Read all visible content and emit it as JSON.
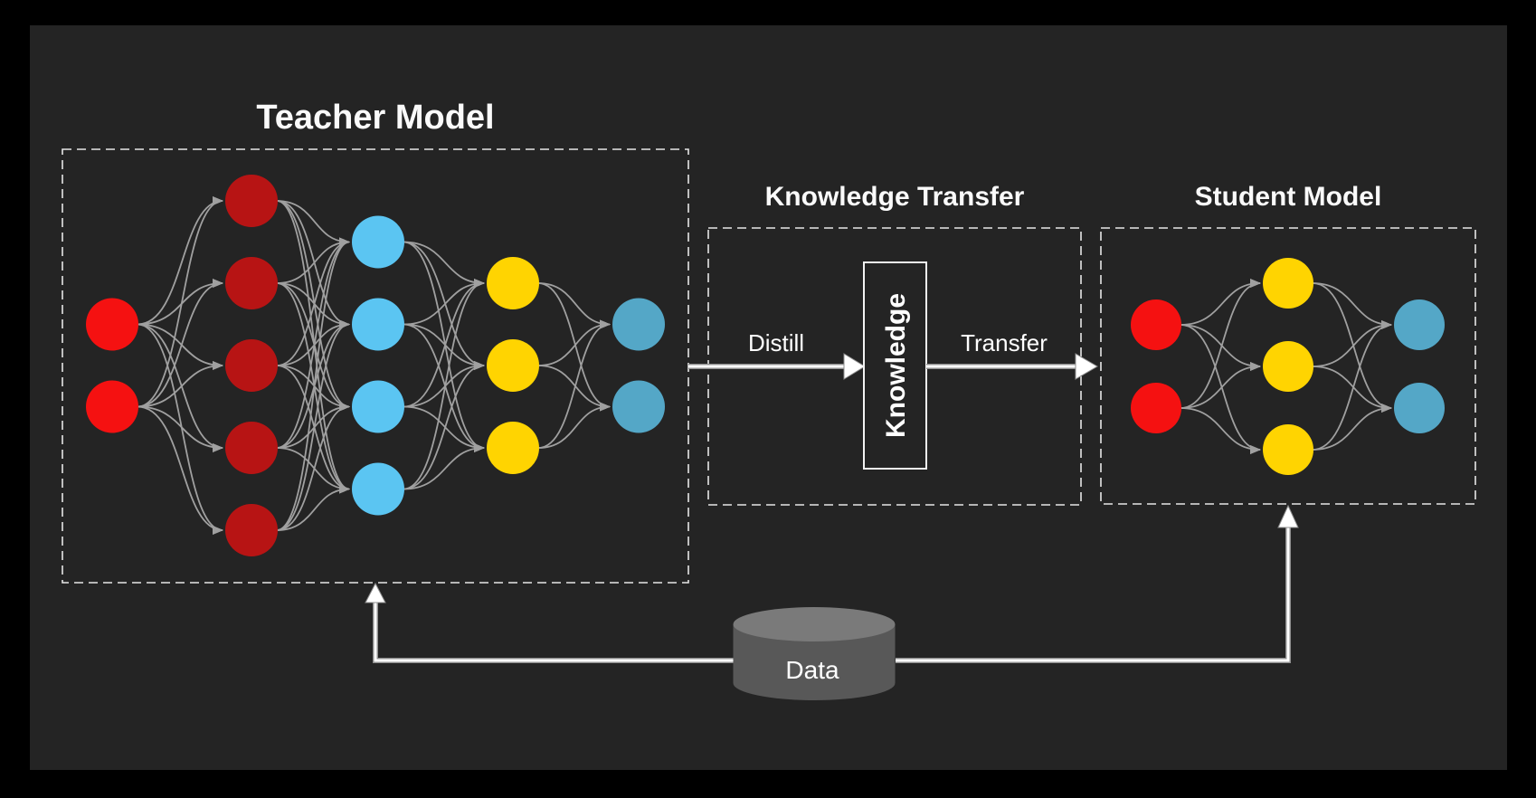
{
  "colors": {
    "background": "#000000",
    "panel": "#242424",
    "dashed_border": "#e6e6e6",
    "arrow_white": "#ffffff",
    "edge_gray": "#a0a0a0",
    "cylinder_body": "#585858",
    "cylinder_top": "#7a7a7a"
  },
  "palette": {
    "input_red": "#f51111",
    "hidden_red": "#b71414",
    "light_blue": "#5bc5f2",
    "yellow": "#ffd401",
    "output_blue": "#54a7c7"
  },
  "teacher": {
    "title": "Teacher Model",
    "layers": [
      {
        "count": 2,
        "color": "input_red"
      },
      {
        "count": 5,
        "color": "hidden_red"
      },
      {
        "count": 4,
        "color": "light_blue"
      },
      {
        "count": 3,
        "color": "yellow"
      },
      {
        "count": 2,
        "color": "output_blue"
      }
    ]
  },
  "knowledge_transfer": {
    "title": "Knowledge Transfer",
    "distill_label": "Distill",
    "box_label": "Knowledge",
    "transfer_label": "Transfer"
  },
  "student": {
    "title": "Student Model",
    "layers": [
      {
        "count": 2,
        "color": "input_red"
      },
      {
        "count": 3,
        "color": "yellow"
      },
      {
        "count": 2,
        "color": "output_blue"
      }
    ]
  },
  "data_store": {
    "label": "Data"
  }
}
